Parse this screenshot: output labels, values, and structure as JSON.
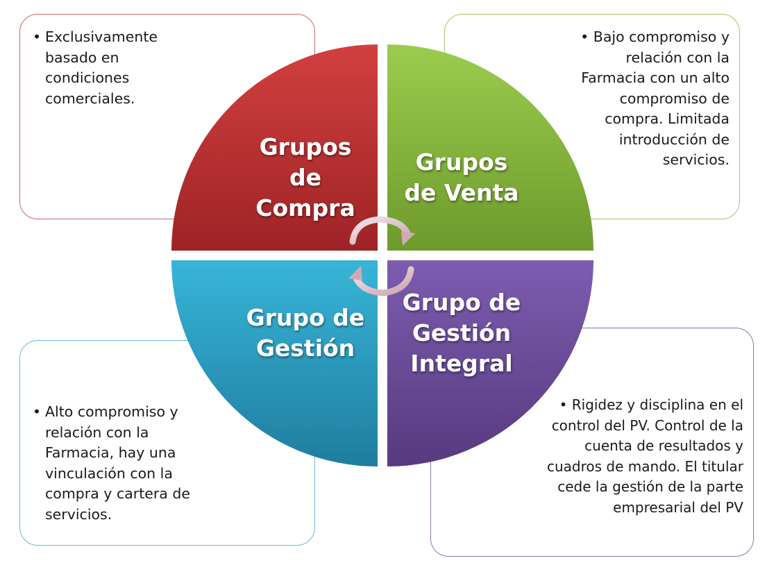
{
  "colors": {
    "compra": "#b5272c",
    "venta": "#86b83a",
    "gestion": "#2a9bc4",
    "integral": "#6b4b98"
  },
  "quadrants": {
    "compra": {
      "label": "Grupos\nde\nCompra"
    },
    "venta": {
      "label": "Grupos\nde Venta"
    },
    "gestion": {
      "label": "Grupo de\nGestión"
    },
    "integral": {
      "label": "Grupo de\nGestión\nIntegral"
    }
  },
  "boxes": {
    "compra": [
      "Exclusivamente\nbasado en\ncondiciones\ncomerciales."
    ],
    "venta": [
      "Bajo compromiso y\nrelación con la\nFarmacia con un alto\ncompromiso de\ncompra. Limitada\nintroducción de\nservicios."
    ],
    "gestion": [
      "Alto compromiso y\nrelación con la\nFarmacia, hay una\nvinculación con la\ncompra y cartera de\nservicios."
    ],
    "integral": [
      "Rigidez y disciplina en el\ncontrol del PV. Control de la\ncuenta de resultados y\ncuadros de mando. El titular\ncede la gestión de la parte\nempresarial del PV"
    ]
  },
  "icons": {
    "cycle": "circular-arrows-icon"
  }
}
